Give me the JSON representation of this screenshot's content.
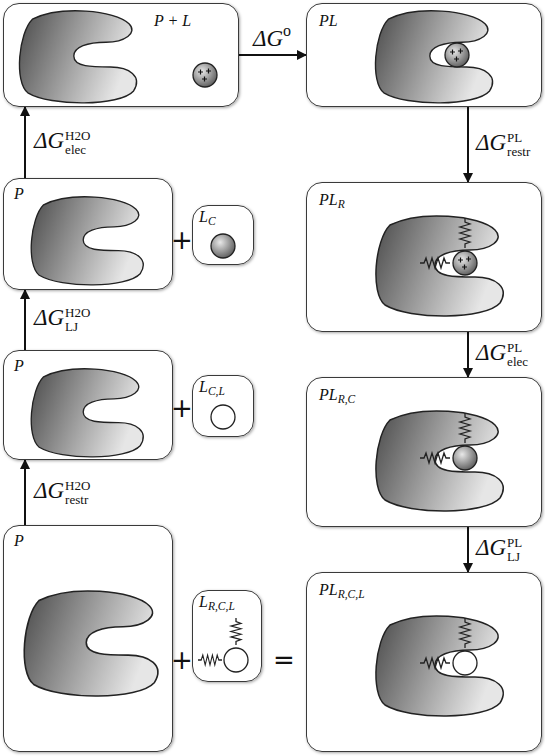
{
  "diagram": {
    "nodes": [
      {
        "text": [
          "P + L"
        ]
      },
      {
        "text": [
          "PL"
        ]
      },
      {
        "text": [
          "P"
        ]
      },
      {
        "text": [
          "LC"
        ]
      },
      {
        "text": [
          "PLR"
        ]
      },
      {
        "text": [
          "P"
        ]
      },
      {
        "text": [
          "LC,L"
        ]
      },
      {
        "text": [
          "PLR,C"
        ]
      },
      {
        "text": [
          "P"
        ]
      },
      {
        "text": [
          "LR,C,L"
        ]
      },
      {
        "text": [
          "PLR,C,L"
        ]
      }
    ],
    "edges": [
      {
        "from": 0,
        "to": 1,
        "arrow": "to",
        "label": "ΔGo"
      },
      {
        "from": 2,
        "to": 0,
        "arrow": "to",
        "label": "ΔGH2Oelec"
      },
      {
        "from": 5,
        "to": 2,
        "arrow": "to",
        "label": "ΔGH2OLJ"
      },
      {
        "from": 8,
        "to": 5,
        "arrow": "to",
        "label": "ΔGH2Orestr"
      },
      {
        "from": 1,
        "to": 4,
        "arrow": "to",
        "label": "ΔGPLrestr"
      },
      {
        "from": 4,
        "to": 7,
        "arrow": "to",
        "label": "ΔGPLelec"
      },
      {
        "from": 7,
        "to": 10,
        "arrow": "to",
        "label": "ΔGPLLJ"
      }
    ],
    "labels": [
      "+",
      "+",
      "+",
      "="
    ]
  }
}
